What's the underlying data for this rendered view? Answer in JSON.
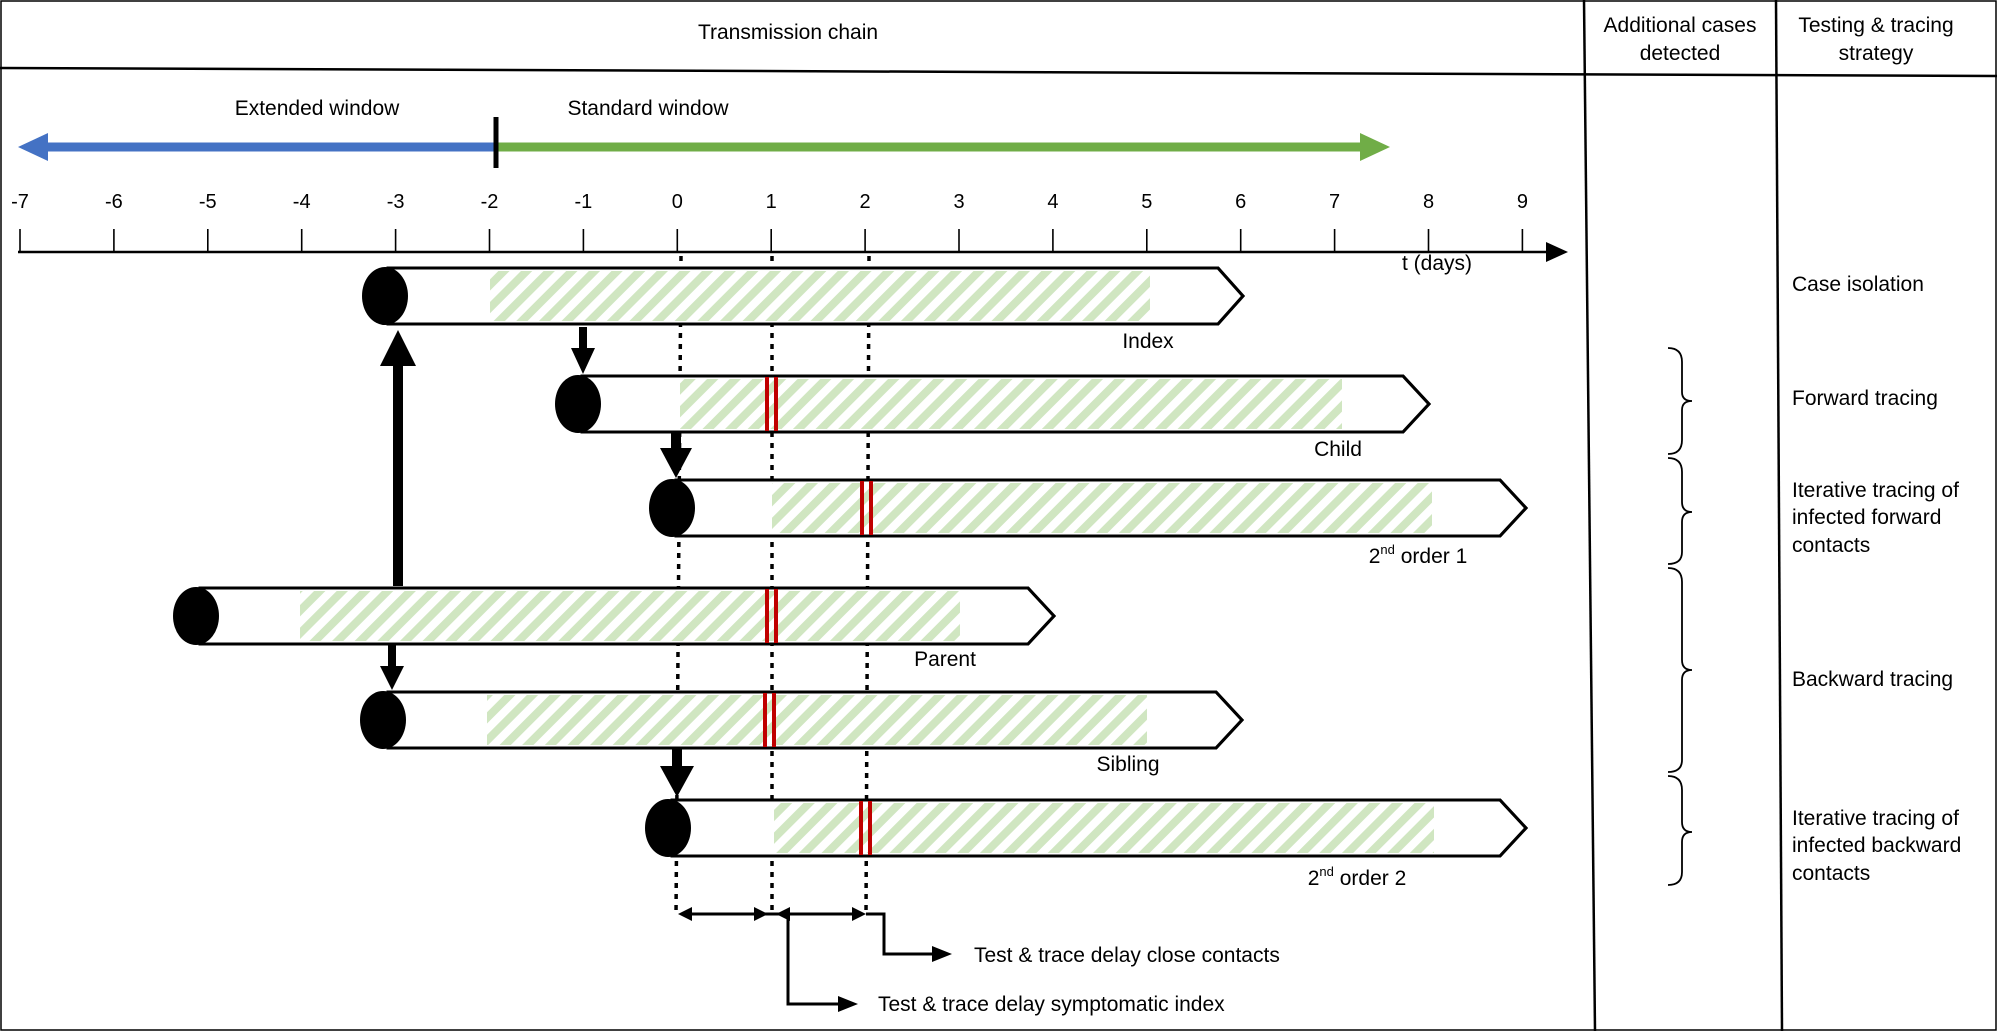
{
  "headers": {
    "transmission_chain": "Transmission chain",
    "additional_cases_line1": "Additional cases",
    "additional_cases_line2": "detected",
    "strategy_line1": "Testing & tracing",
    "strategy_line2": "strategy"
  },
  "windows": {
    "extended": "Extended window",
    "standard": "Standard window",
    "extended_color": "#4472c4",
    "standard_color": "#70ad47"
  },
  "axis": {
    "label": "t (days)",
    "ticks": [
      "-7",
      "-6",
      "-5",
      "-4",
      "-3",
      "-2",
      "-1",
      "0",
      "1",
      "2",
      "3",
      "4",
      "5",
      "6",
      "7",
      "8",
      "9"
    ]
  },
  "cases": {
    "index": "Index",
    "child": "Child",
    "second_order_1_prefix": "2",
    "second_order_1_sup": "nd",
    "second_order_1_suffix": " order 1",
    "parent": "Parent",
    "sibling": "Sibling",
    "second_order_2_prefix": "2",
    "second_order_2_sup": "nd",
    "second_order_2_suffix": " order 2"
  },
  "infectious_fill_color": "#a9d18e",
  "test_marker_color": "#c00000",
  "delays": {
    "close_contacts": "Test & trace delay close contacts",
    "symptomatic_index": "Test & trace delay symptomatic index"
  },
  "strategies": {
    "case_isolation": "Case isolation",
    "forward_tracing": "Forward tracing",
    "iterative_forward_line1": "Iterative tracing of",
    "iterative_forward_line2": "infected forward",
    "iterative_forward_line3": "contacts",
    "backward_tracing": "Backward tracing",
    "iterative_backward_line1": "Iterative tracing of",
    "iterative_backward_line2": "infected backward",
    "iterative_backward_line3": "contacts"
  }
}
